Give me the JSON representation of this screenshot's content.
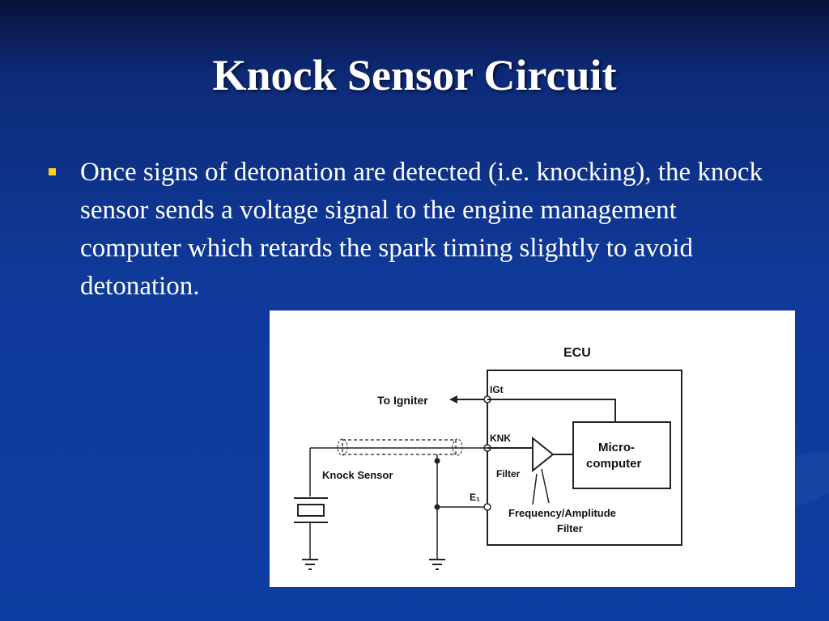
{
  "slide": {
    "title": "Knock Sensor Circuit",
    "bullet": "Once signs of detonation are detected (i.e. knocking), the knock sensor sends a voltage signal to the engine management computer which retards the spark timing slightly to avoid detonation."
  },
  "diagram": {
    "ecu": "ECU",
    "to_igniter": "To Igniter",
    "igt": "IGt",
    "knk": "KNK",
    "knock_sensor": "Knock Sensor",
    "filter": "Filter",
    "e1": "E₁",
    "micro_line1": "Micro-",
    "micro_line2": "computer",
    "freq_line1": "Frequency/Amplitude",
    "freq_line2": "Filter"
  },
  "colors": {
    "bullet": "#ffd21a",
    "text": "#ffffff"
  }
}
